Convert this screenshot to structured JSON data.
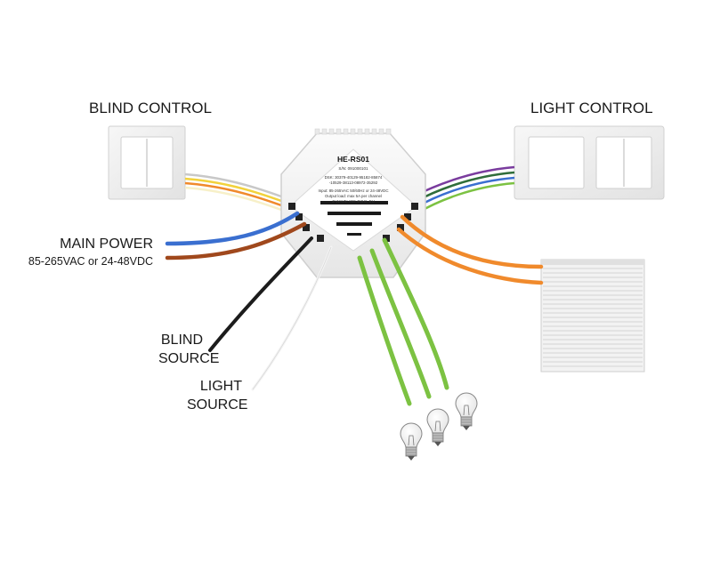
{
  "labels": {
    "blind_control": "BLIND CONTROL",
    "light_control": "LIGHT CONTROL",
    "main_power": "MAIN POWER",
    "main_power_spec": "85-265VAC or 24-48VDC",
    "blind_source_line1": "BLIND",
    "blind_source_line2": "SOURCE",
    "light_source_line1": "LIGHT",
    "light_source_line2": "SOURCE"
  },
  "device": {
    "model": "HE-RS01",
    "serial": "S/N: 091000101",
    "dsk_line1": "DSK: 30379-40129-95182-85874",
    "dsk_line2": "-10529-38113-08972-35292",
    "input": "Input: 85-265VAC 50/60Hz or 24-48VDC",
    "output": "Output load: max 5A per channel",
    "zwave": "Z-WAVE: 868.4MHz, EU"
  },
  "colors": {
    "blue_wire": "#3a6fd0",
    "brown_wire": "#a0481c",
    "black_wire": "#1c1c1c",
    "orange_wire": "#f08a2c",
    "green_wire": "#7cc242",
    "purple_wire": "#7a3c9e",
    "yellow_wire": "#f2d23c"
  }
}
